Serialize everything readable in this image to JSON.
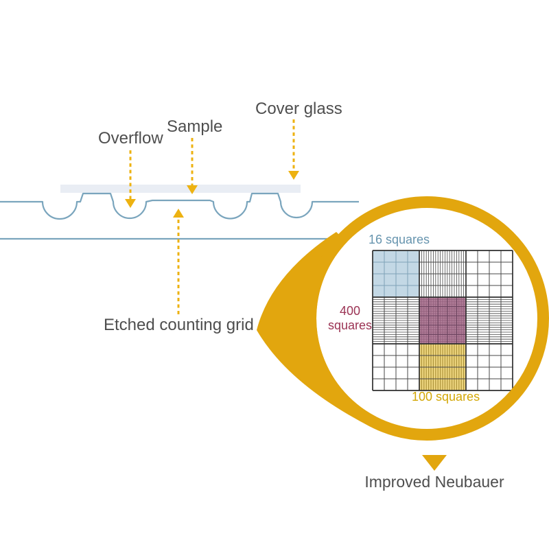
{
  "side_view": {
    "cover_glass_label": "Cover glass",
    "sample_label": "Sample",
    "overflow_label": "Overflow",
    "etched_grid_label": "Etched counting grid"
  },
  "magnifier": {
    "squares_16_label": "16 squares",
    "squares_400_label": "400\nsquares",
    "squares_100_label": "100 squares",
    "caption": "Improved Neubauer"
  },
  "colors": {
    "accent_gold": "#E2A60E",
    "arrow_gold": "#EDB211",
    "chamber_blue": "#7AA5BD",
    "cover_glass_fill": "#E9EDF4",
    "label_gray": "#4E4E4E",
    "blue_square_fill": "#C3D8E5",
    "blue_square_line": "#7FA2B8",
    "blue_label": "#6694AE",
    "purple_square_fill": "#B07D98",
    "purple_fine_line": "#8F5C79",
    "purple_group_line": "#6E4560",
    "purple_label": "#9B3354",
    "yellow_square_fill": "#EDD57F",
    "yellow_stripe_line": "#A98E35",
    "yellow_label": "#D3A705",
    "grid_line": "#474747",
    "grid_border": "#2E2E2E",
    "lens_fill": "#FFFFFF",
    "background": "#FFFFFF"
  }
}
